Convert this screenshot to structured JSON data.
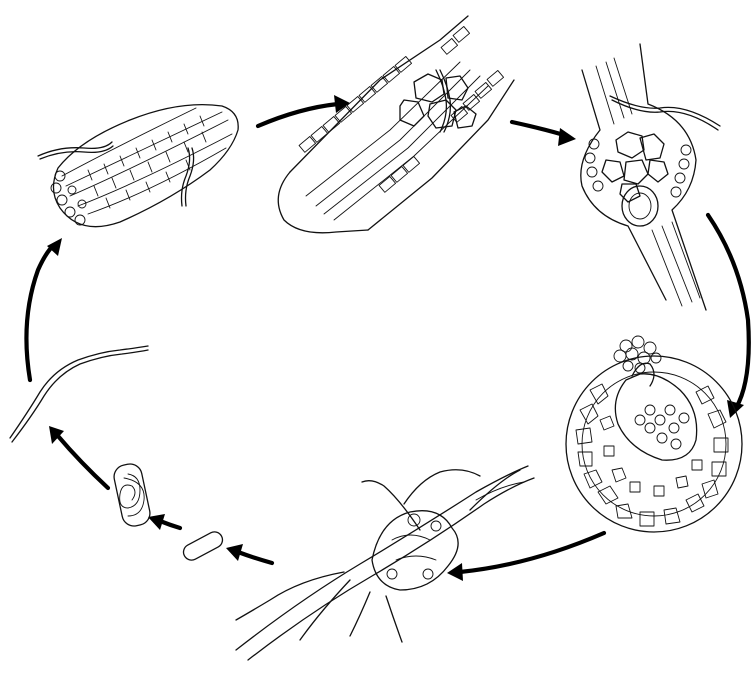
{
  "diagram": {
    "type": "life-cycle",
    "background": "#ffffff",
    "ink": "#111111",
    "arrow_color": "#000000",
    "stages": [
      {
        "name": "worm-entering-root-tip"
      },
      {
        "name": "worm-in-root-with-giant-cells"
      },
      {
        "name": "swollen-female-in-root"
      },
      {
        "name": "mature-female-with-egg-mass"
      },
      {
        "name": "female-in-root-with-rootlets"
      },
      {
        "name": "egg"
      },
      {
        "name": "egg-with-coiled-juvenile"
      },
      {
        "name": "free-juvenile-worm"
      }
    ],
    "arrow_count": 8,
    "labels": []
  }
}
